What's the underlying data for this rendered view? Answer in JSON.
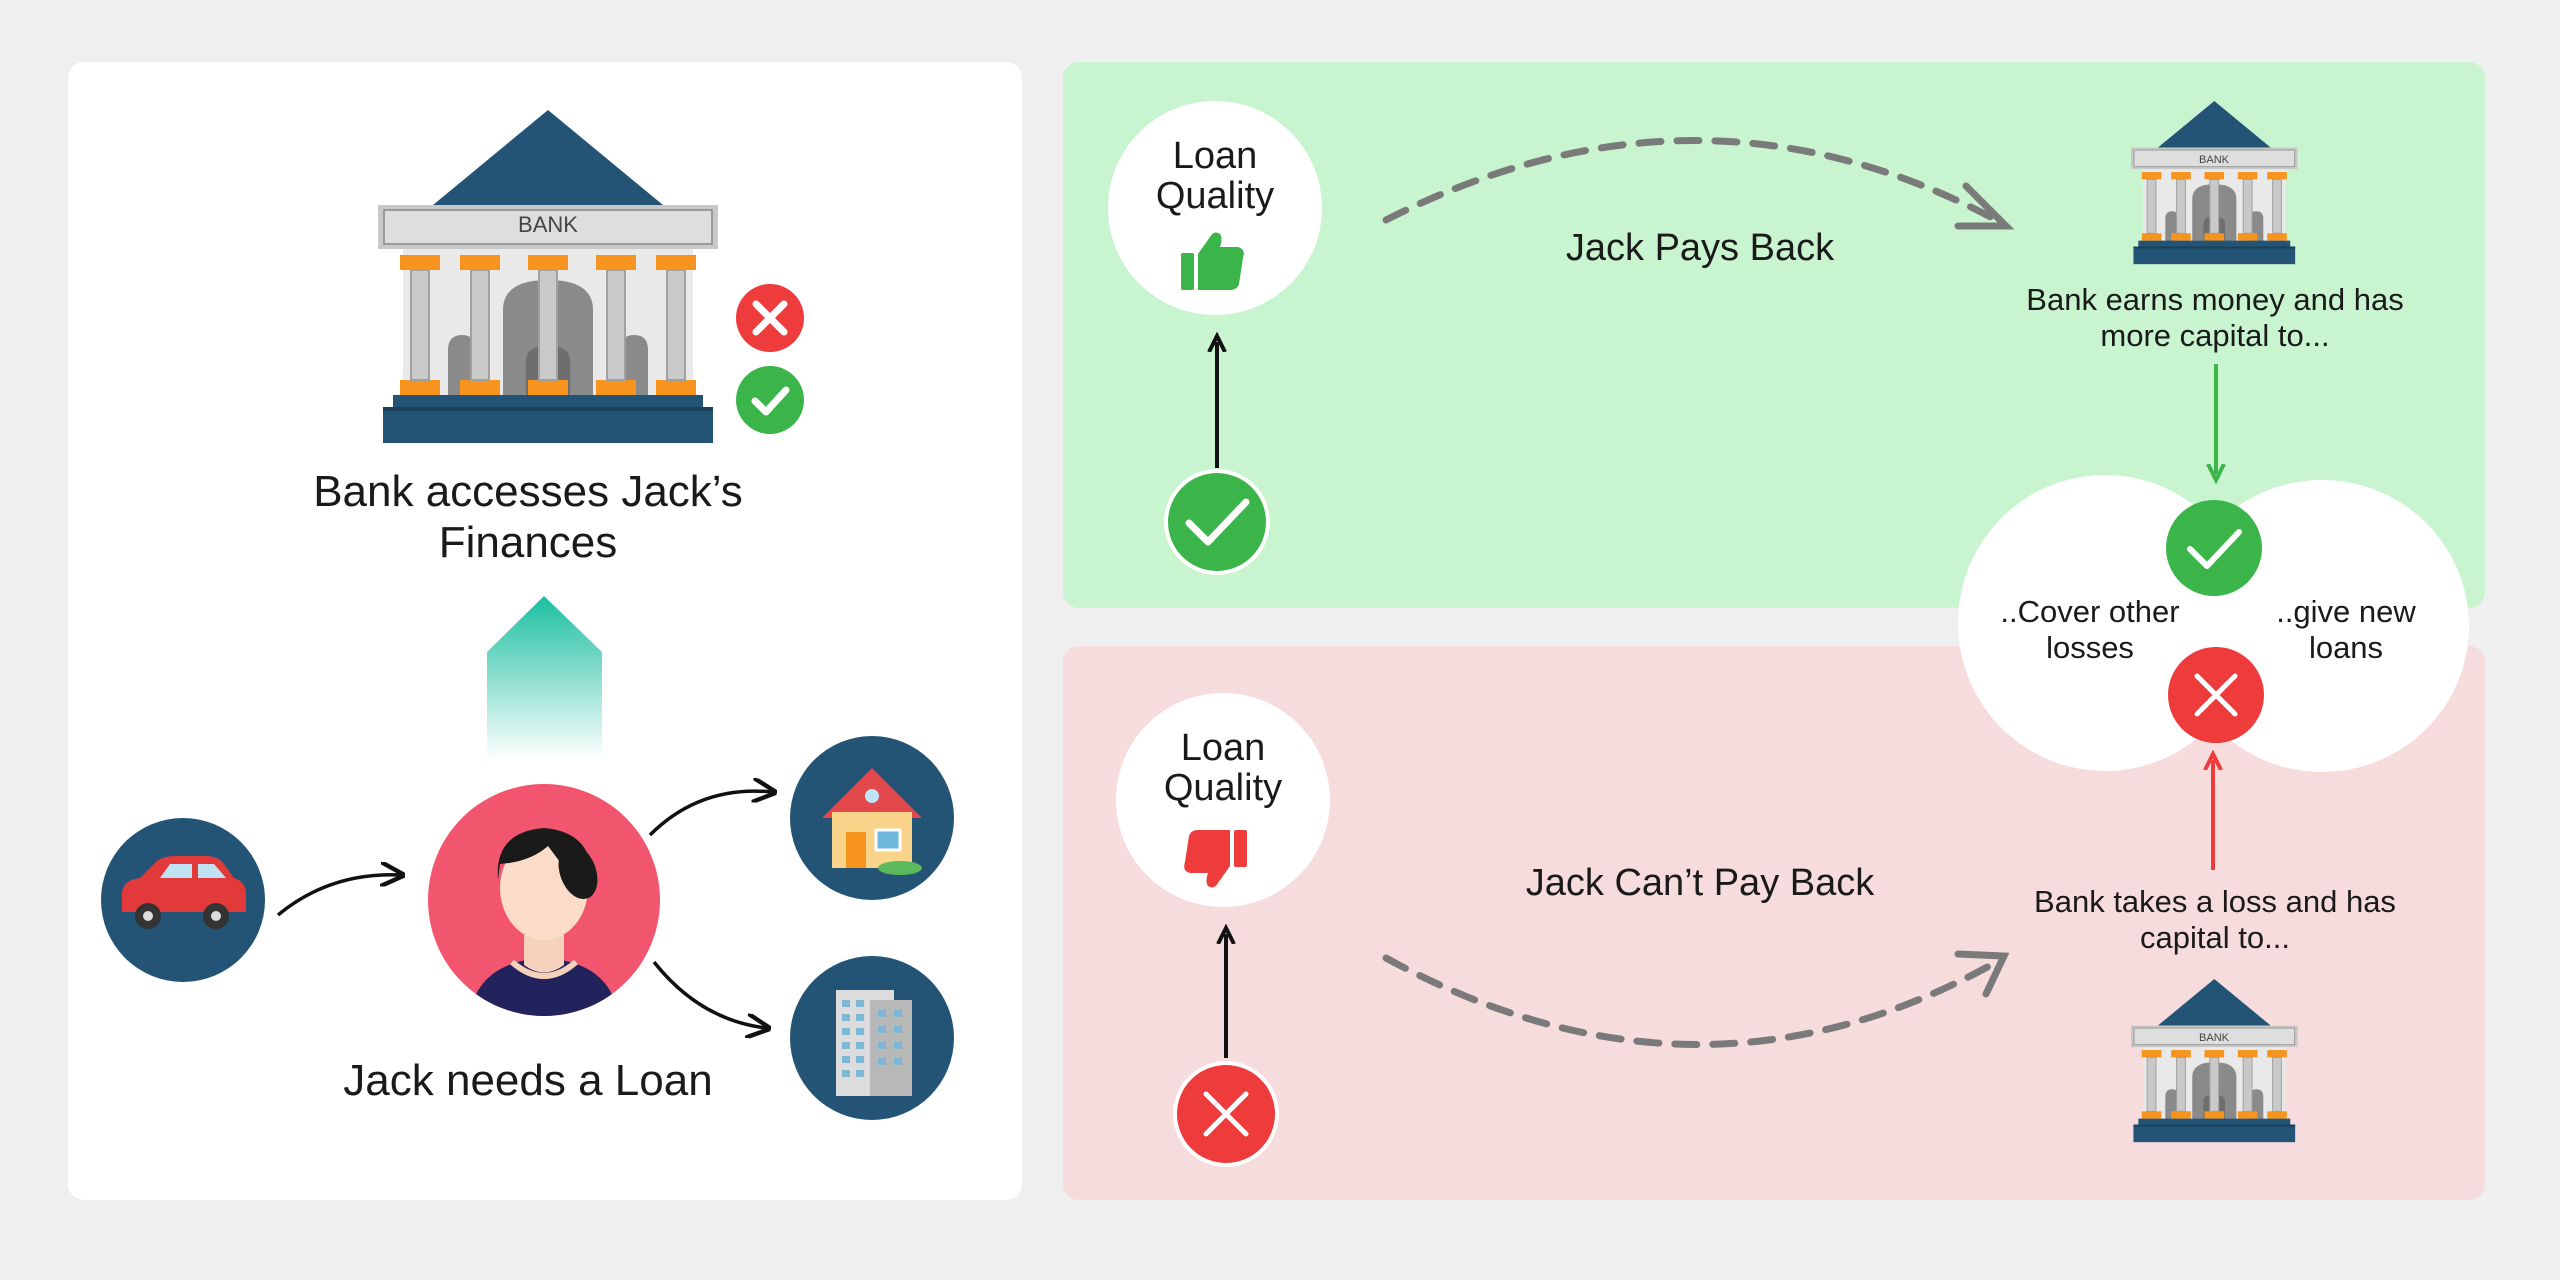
{
  "left": {
    "bank_sign": "BANK",
    "caption_top": "Bank accesses Jack’s Finances",
    "caption_bottom": "Jack needs a Loan"
  },
  "green": {
    "loan_quality": "Loan Quality",
    "outcome": "Jack Pays Back",
    "result": "Bank earns money and has more capital to...",
    "bank_sign": "BANK"
  },
  "red": {
    "loan_quality": "Loan Quality",
    "outcome": "Jack Can’t Pay Back",
    "result": "Bank takes a loss and has capital to...",
    "bank_sign": "BANK"
  },
  "options": {
    "left": "..Cover other losses",
    "right": "..give new loans"
  },
  "colors": {
    "bank_navy": "#235475",
    "accent_orange": "#f7941d",
    "green": "#3bb54a",
    "red": "#ee3b3b",
    "pink": "#f2566f",
    "teal": "#1cbfa0",
    "green_panel": "#c9f4d0",
    "red_panel": "#f6dcdc"
  }
}
